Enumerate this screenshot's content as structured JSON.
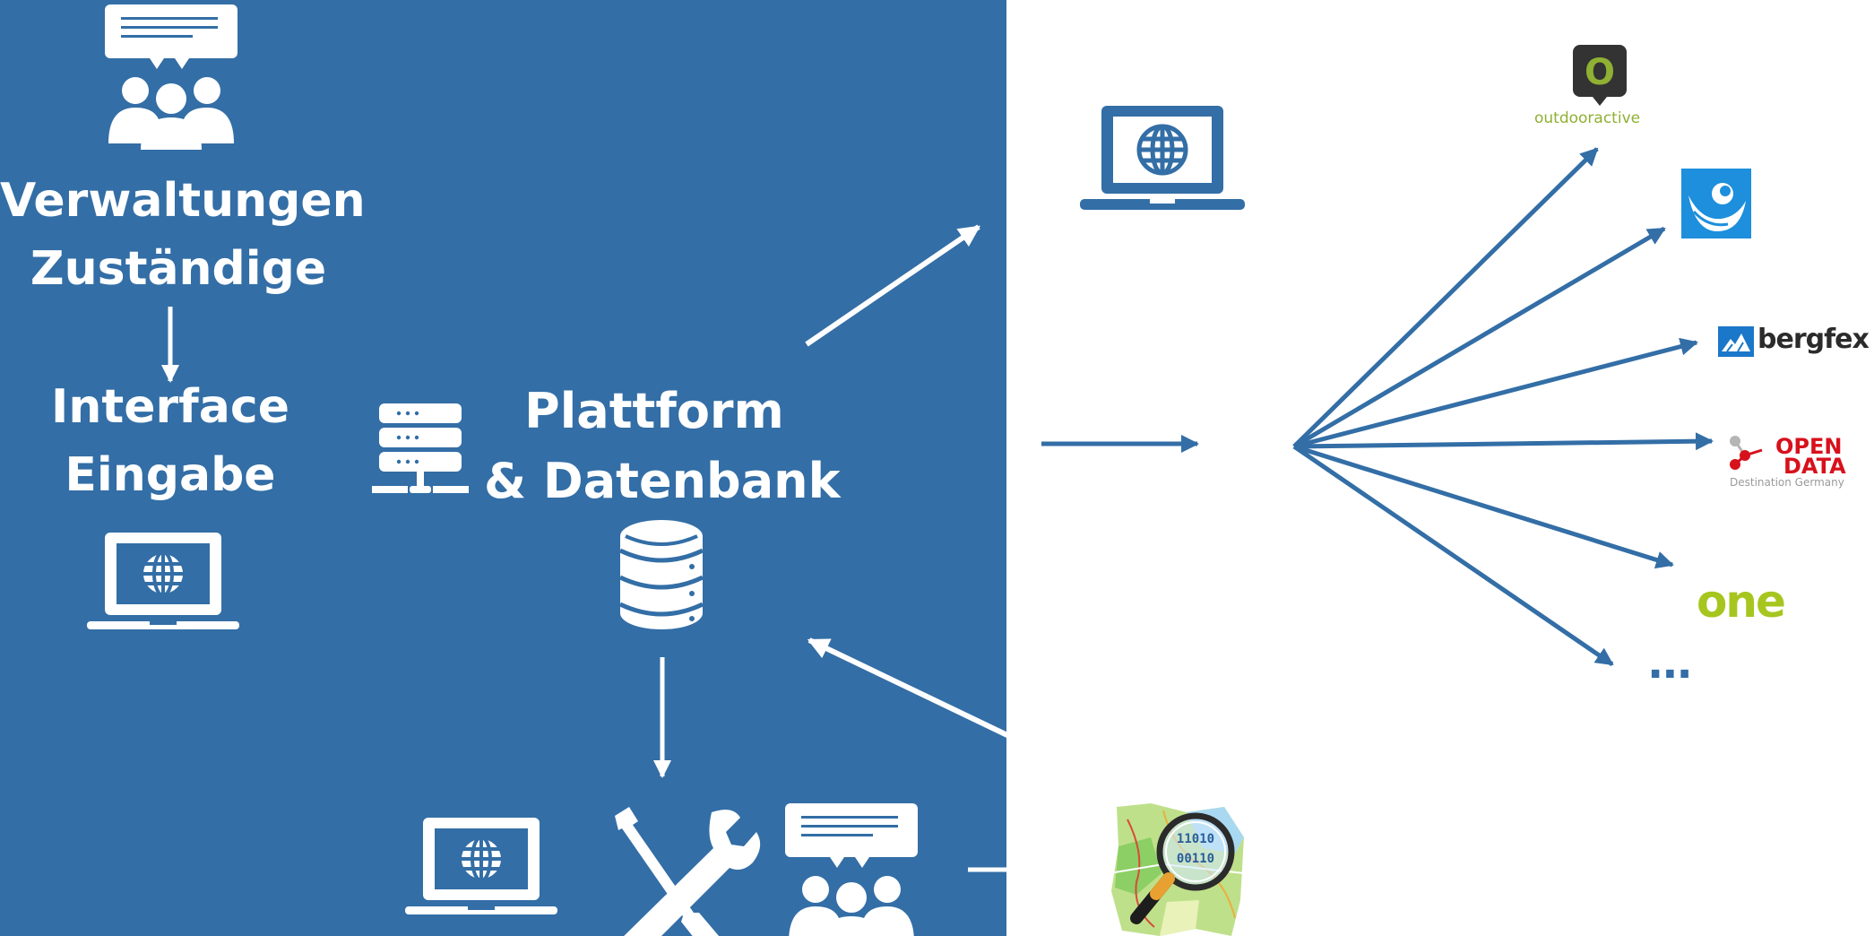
{
  "left_panel": {
    "bg_color": "#336ea6",
    "verwaltungen": "Verwaltungen",
    "zustaendige": "Zuständige",
    "interface": "Interface",
    "eingabe": "Eingabe",
    "plattform": "Plattform",
    "datenbank": "& Datenbank"
  },
  "partners": {
    "outdooractive": "outdooractive",
    "outdooractive_mark": "O",
    "bergfex": "bergfex",
    "opendata_line1": "OPEN",
    "opendata_line2": "DATA",
    "opendata_sub": "Destination Germany",
    "one": "one",
    "more": "..."
  },
  "map_icon": {
    "binary1": "11010",
    "binary2": "00110"
  },
  "colors": {
    "blue": "#336ea6",
    "white": "#ffffff",
    "outdooractive_green": "#8fb033",
    "opendata_red": "#d7111b",
    "one_green": "#a6c61f",
    "bergfex_blue": "#1a77c9"
  },
  "icons": [
    "admin-group-icon",
    "database-icon",
    "server-icon",
    "laptop-globe-icon",
    "tools-icon",
    "feedback-group-icon",
    "map-search-icon"
  ]
}
